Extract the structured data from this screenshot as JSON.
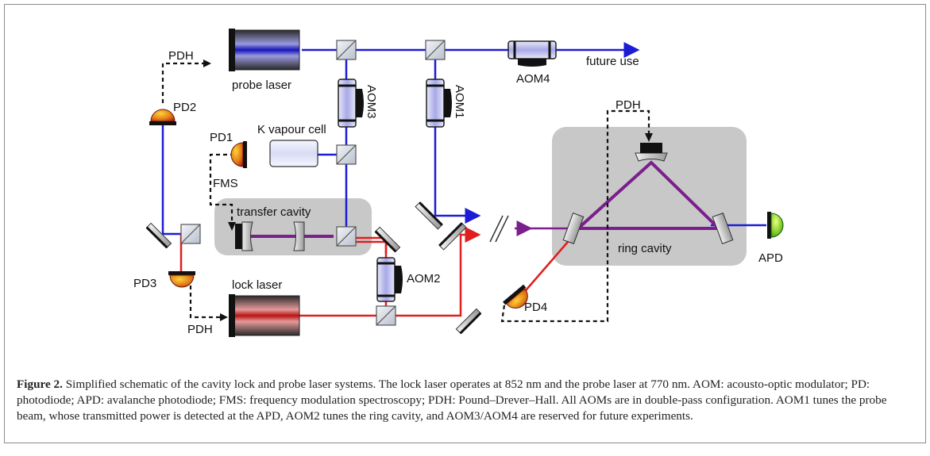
{
  "colors": {
    "probe_beam": "#1c1cd6",
    "lock_beam": "#e01e1e",
    "cavity_beam": "#7a1f8c",
    "feedback": "#111111",
    "cavity_box": "#c8c8c8"
  },
  "labels": {
    "pdh_top": "PDH",
    "probe_laser": "probe laser",
    "aom3": "AOM3",
    "aom1": "AOM1",
    "aom4": "AOM4",
    "future_use": "future use",
    "pd2": "PD2",
    "pd1": "PD1",
    "k_vapour_cell": "K vapour cell",
    "fms": "FMS",
    "transfer_cavity": "transfer cavity",
    "aom2": "AOM2",
    "pd3": "PD3",
    "lock_laser": "lock laser",
    "pdh_bottom": "PDH",
    "pdh_ring": "PDH",
    "ring_cavity": "ring cavity",
    "apd": "APD",
    "pd4": "PD4"
  },
  "caption": {
    "label": "Figure 2.",
    "text": " Simplified schematic of the cavity lock and probe laser systems. The lock laser operates at 852  nm and the probe laser at 770 nm. AOM: acousto-optic modulator; PD: photodiode; APD: avalanche photodiode; FMS: frequency modulation spectroscopy; PDH: Pound–Drever–Hall. All AOMs are in double-pass configuration. AOM1 tunes the probe beam, whose transmitted power is detected at the APD, AOM2 tunes the ring cavity, and AOM3/AOM4 are reserved for future experiments."
  }
}
